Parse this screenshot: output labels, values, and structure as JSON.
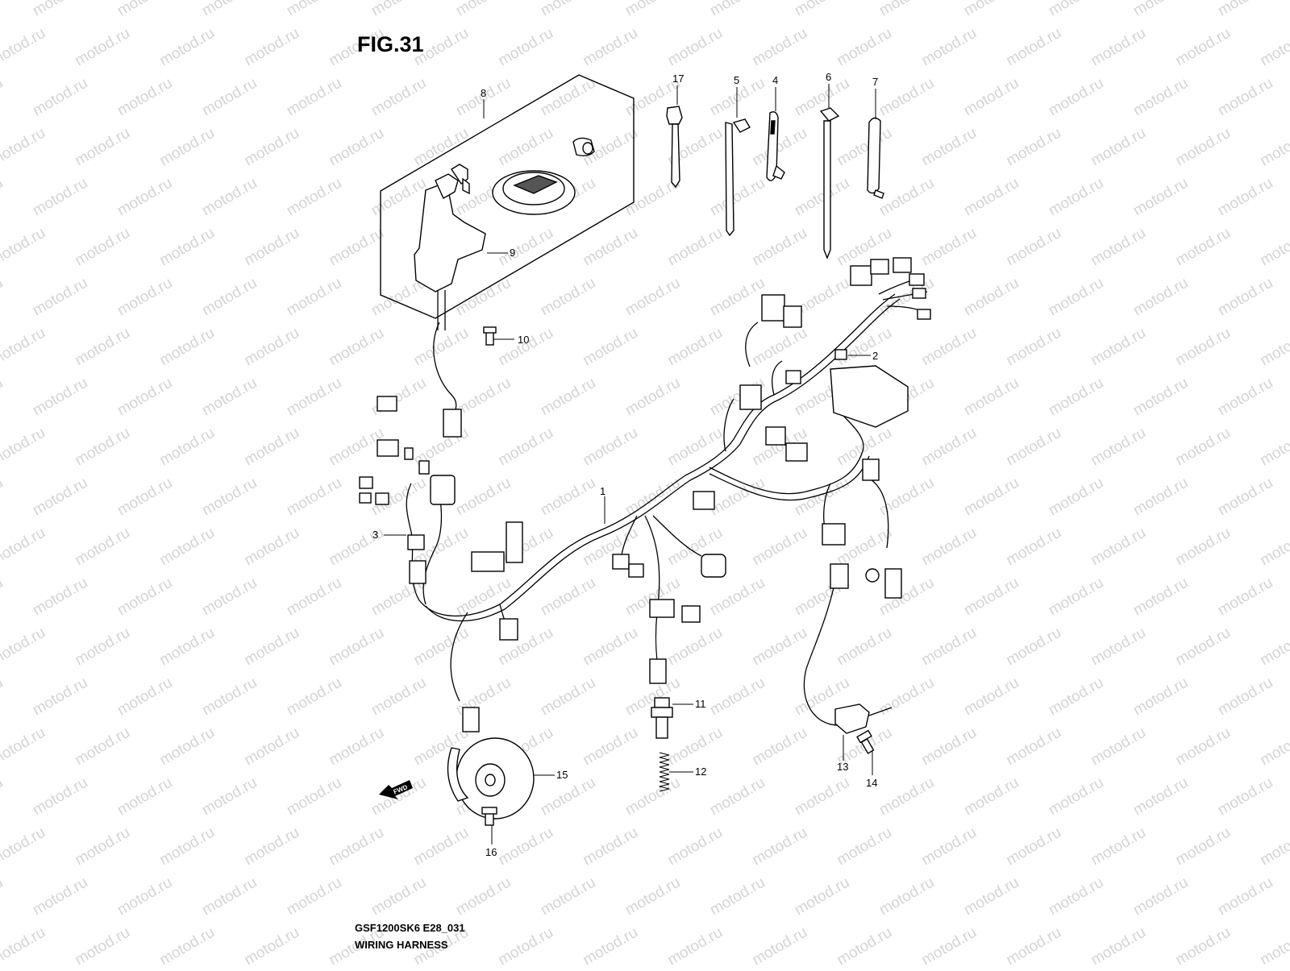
{
  "figure": {
    "title": "FIG.31",
    "code": "GSF1200SK6 E28_031",
    "name": "WIRING HARNESS"
  },
  "watermark": "motod.ru",
  "direction_tag": "FWD",
  "callouts": [
    "1",
    "2",
    "3",
    "4",
    "5",
    "6",
    "7",
    "8",
    "9",
    "10",
    "11",
    "12",
    "13",
    "14",
    "15",
    "16",
    "17"
  ]
}
